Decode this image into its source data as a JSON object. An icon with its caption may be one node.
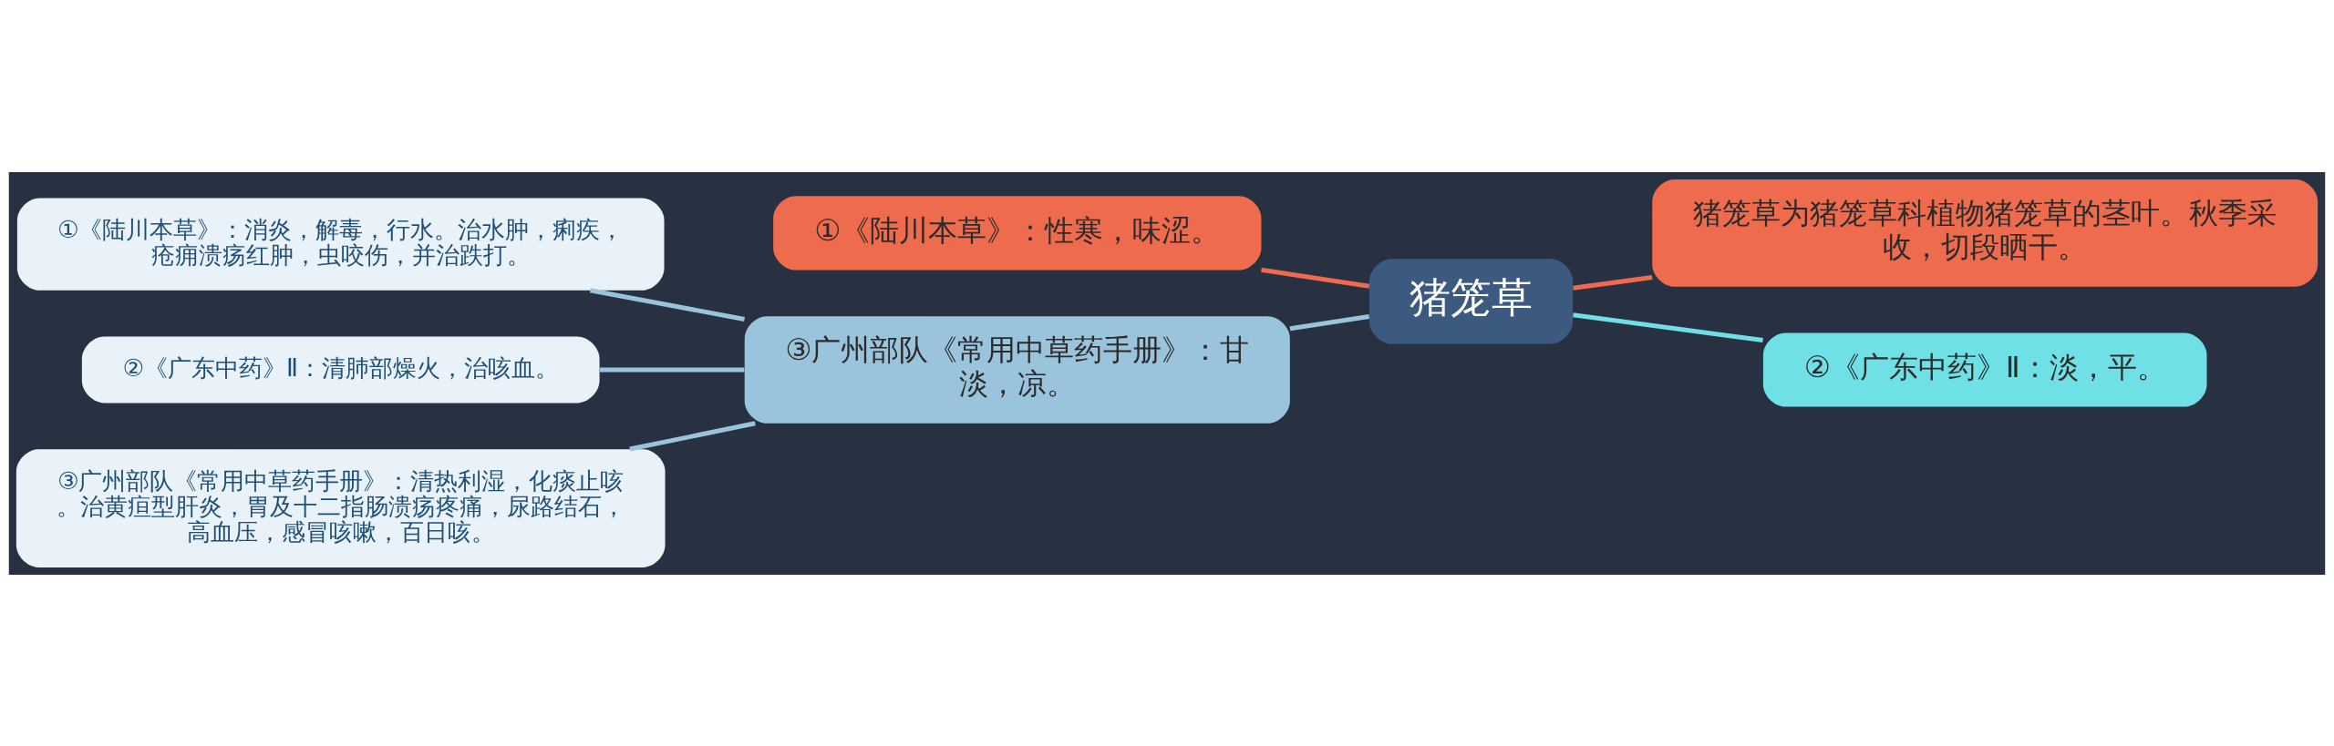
{
  "diagram": {
    "nodes": [
      {
        "text": [
          "猪笼草"
        ]
      },
      {
        "text": [
          "①《陆川本草》：性寒，味涩。"
        ]
      },
      {
        "text": [
          "猪笼草为猪笼草科植物猪笼草的茎叶。秋季采收，切段晒干。"
        ]
      },
      {
        "text": [
          "②《广东中药》Ⅱ：淡，平。"
        ]
      },
      {
        "text": [
          "③广州部队《常用中草药手册》：甘淡，凉。"
        ]
      },
      {
        "text": [
          "①《陆川本草》：消炎，解毒，行水。治水肿，痢疾，疮痈溃疡红肿，虫咬伤，并治跌打。"
        ]
      },
      {
        "text": [
          "②《广东中药》Ⅱ：清肺部燥火，治咳血。"
        ]
      },
      {
        "text": [
          "③广州部队《常用中草药手册》：清热利湿，化痰止咳。治黄疸型肝炎，胃及十二指肠溃疡疼痛，尿路结石，高血压，感冒咳嗽，百日咳。"
        ]
      }
    ],
    "edges": [
      {
        "from": 0,
        "to": 1,
        "arrow": "none",
        "color": "#ef6b4d"
      },
      {
        "from": 0,
        "to": 2,
        "arrow": "none",
        "color": "#ef6b4d"
      },
      {
        "from": 0,
        "to": 3,
        "arrow": "none",
        "color": "#6ee0e6"
      },
      {
        "from": 0,
        "to": 4,
        "arrow": "none"
      },
      {
        "from": 4,
        "to": 5,
        "arrow": "none"
      },
      {
        "from": 4,
        "to": 6,
        "arrow": "none"
      },
      {
        "from": 4,
        "to": 7,
        "arrow": "none"
      }
    ]
  }
}
